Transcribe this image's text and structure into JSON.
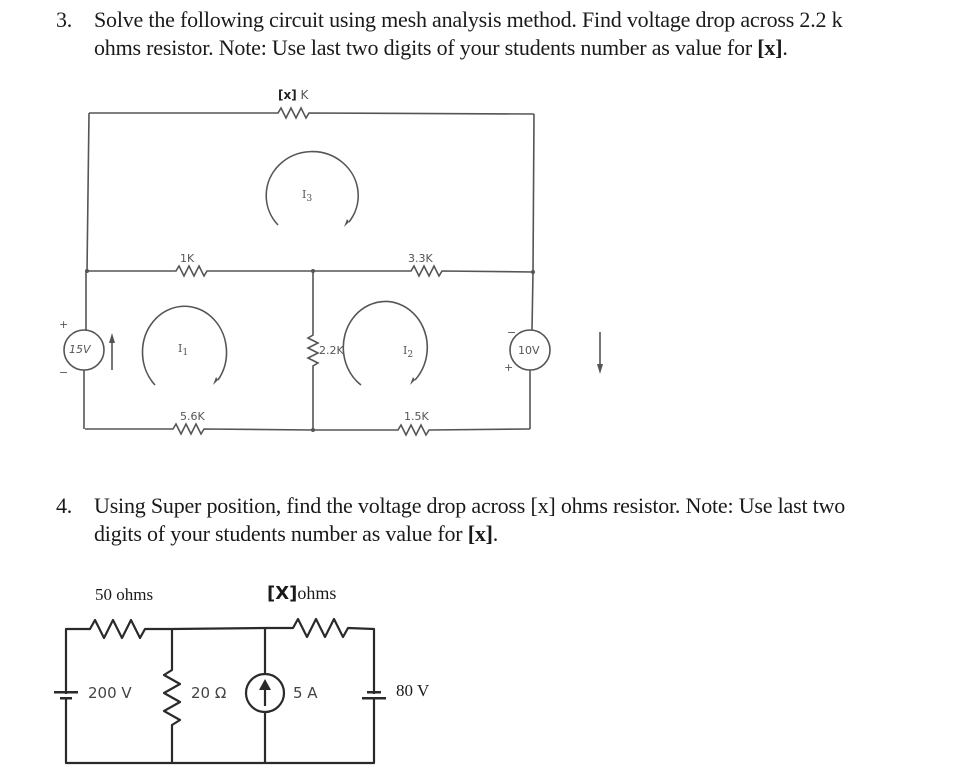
{
  "questions": [
    {
      "number": "3.",
      "line1": "Solve the following circuit using mesh analysis method. Find voltage drop across 2.2 k",
      "line2_pre": "ohms resistor. Note: Use last two digits of your students number as value for ",
      "line2_var": "[x]",
      "line2_post": ".",
      "circuit": {
        "top_resistor_var": "[x]",
        "top_resistor_unit": "K",
        "mesh_top": "I",
        "mesh_top_sub": "3",
        "r_1k": "1K",
        "r_3_3k": "3.3K",
        "r_2_2k": "2.2K",
        "r_5_6k": "5.6K",
        "r_1_5k": "1.5K",
        "mesh_left": "I",
        "mesh_left_sub": "1",
        "mesh_right": "I",
        "mesh_right_sub": "2",
        "source_left": "15V",
        "source_right": "10V",
        "plus": "+",
        "minus": "−"
      }
    },
    {
      "number": "4.",
      "line1_pre": "Using Super position, find the voltage drop across [x] ohms resistor. Note: Use last two",
      "line2_pre": "digits of your students number as value for ",
      "line2_var": "[x]",
      "line2_post": ".",
      "circuit": {
        "r_50": "50 ohms",
        "r_x_var": "[X]",
        "r_x_unit": "ohms",
        "v_200": "200 V",
        "r_20": "20 Ω",
        "i_5": "5 A",
        "v_80": "80 V"
      }
    }
  ]
}
